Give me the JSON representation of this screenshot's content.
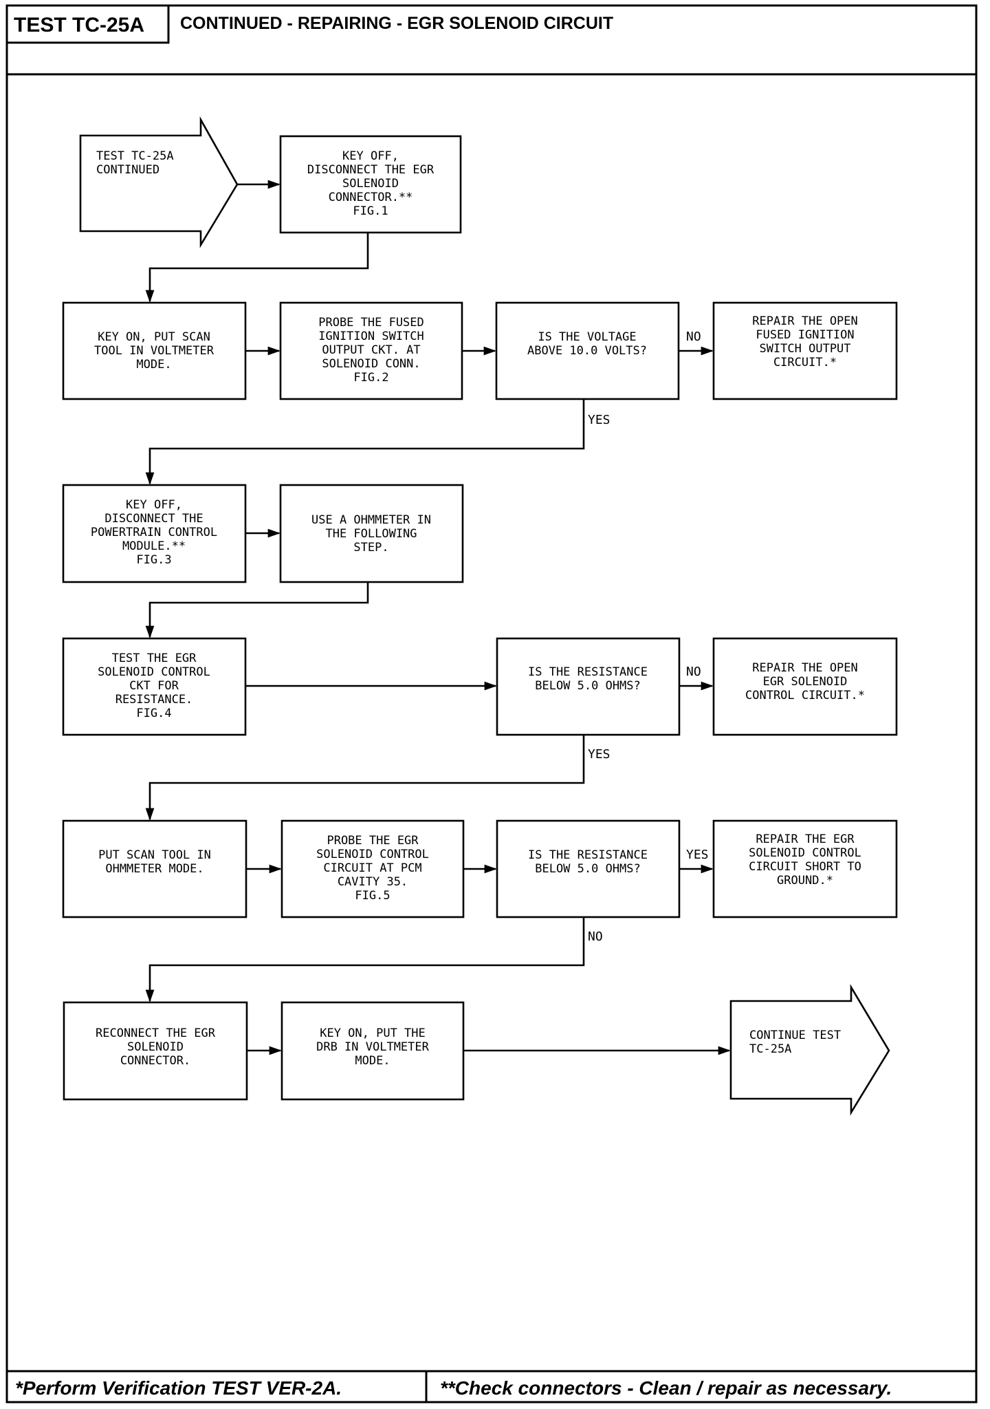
{
  "header": {
    "test_id": "TEST TC-25A",
    "title": "CONTINUED - REPAIRING - EGR SOLENOID CIRCUIT"
  },
  "nodes": {
    "start": [
      "TEST TC-25A",
      "CONTINUED"
    ],
    "key_off_egr": [
      "KEY OFF,",
      "DISCONNECT THE EGR",
      "SOLENOID",
      "CONNECTOR.**",
      "FIG.1"
    ],
    "key_on_voltmeter": [
      "KEY ON, PUT SCAN",
      "TOOL IN VOLTMETER",
      "MODE."
    ],
    "probe_fused": [
      "PROBE THE FUSED",
      "IGNITION SWITCH",
      "OUTPUT CKT. AT",
      "SOLENOID CONN.",
      "FIG.2"
    ],
    "q_voltage": [
      "IS THE VOLTAGE",
      "ABOVE 10.0 VOLTS?"
    ],
    "repair_open_fused": [
      "REPAIR THE OPEN",
      "FUSED IGNITION",
      "SWITCH OUTPUT",
      "CIRCUIT.*"
    ],
    "key_off_pcm": [
      "KEY OFF,",
      "DISCONNECT THE",
      "POWERTRAIN CONTROL",
      "MODULE.**",
      "FIG.3"
    ],
    "use_ohmmeter": [
      "USE A OHMMETER IN",
      "THE FOLLOWING",
      "STEP."
    ],
    "test_egr_ckt": [
      "TEST THE EGR",
      "SOLENOID CONTROL",
      "CKT FOR",
      "RESISTANCE.",
      "FIG.4"
    ],
    "q_resistance_1": [
      "IS THE RESISTANCE",
      "BELOW 5.0 OHMS?"
    ],
    "repair_open_egr": [
      "REPAIR THE OPEN",
      "EGR SOLENOID",
      "CONTROL CIRCUIT.*"
    ],
    "scan_ohmmeter": [
      "PUT SCAN TOOL IN",
      "OHMMETER MODE."
    ],
    "probe_pcm": [
      "PROBE THE EGR",
      "SOLENOID CONTROL",
      "CIRCUIT AT PCM",
      "CAVITY 35.",
      "FIG.5"
    ],
    "q_resistance_2": [
      "IS THE RESISTANCE",
      "BELOW 5.0 OHMS?"
    ],
    "repair_short": [
      "REPAIR THE EGR",
      "SOLENOID CONTROL",
      "CIRCUIT SHORT TO",
      "GROUND.*"
    ],
    "reconnect": [
      "RECONNECT THE EGR",
      "SOLENOID",
      "CONNECTOR."
    ],
    "key_on_drb": [
      "KEY ON, PUT THE",
      "DRB IN VOLTMETER",
      "MODE."
    ],
    "end": [
      "CONTINUE TEST",
      "TC-25A"
    ]
  },
  "edge_labels": {
    "q_voltage_no": "NO",
    "q_voltage_yes": "YES",
    "q_resistance_1_no": "NO",
    "q_resistance_1_yes": "YES",
    "q_resistance_2_yes": "YES",
    "q_resistance_2_no": "NO"
  },
  "footer": {
    "note_single": "*Perform Verification TEST VER-2A.",
    "note_double": "**Check connectors - Clean / repair as necessary."
  }
}
